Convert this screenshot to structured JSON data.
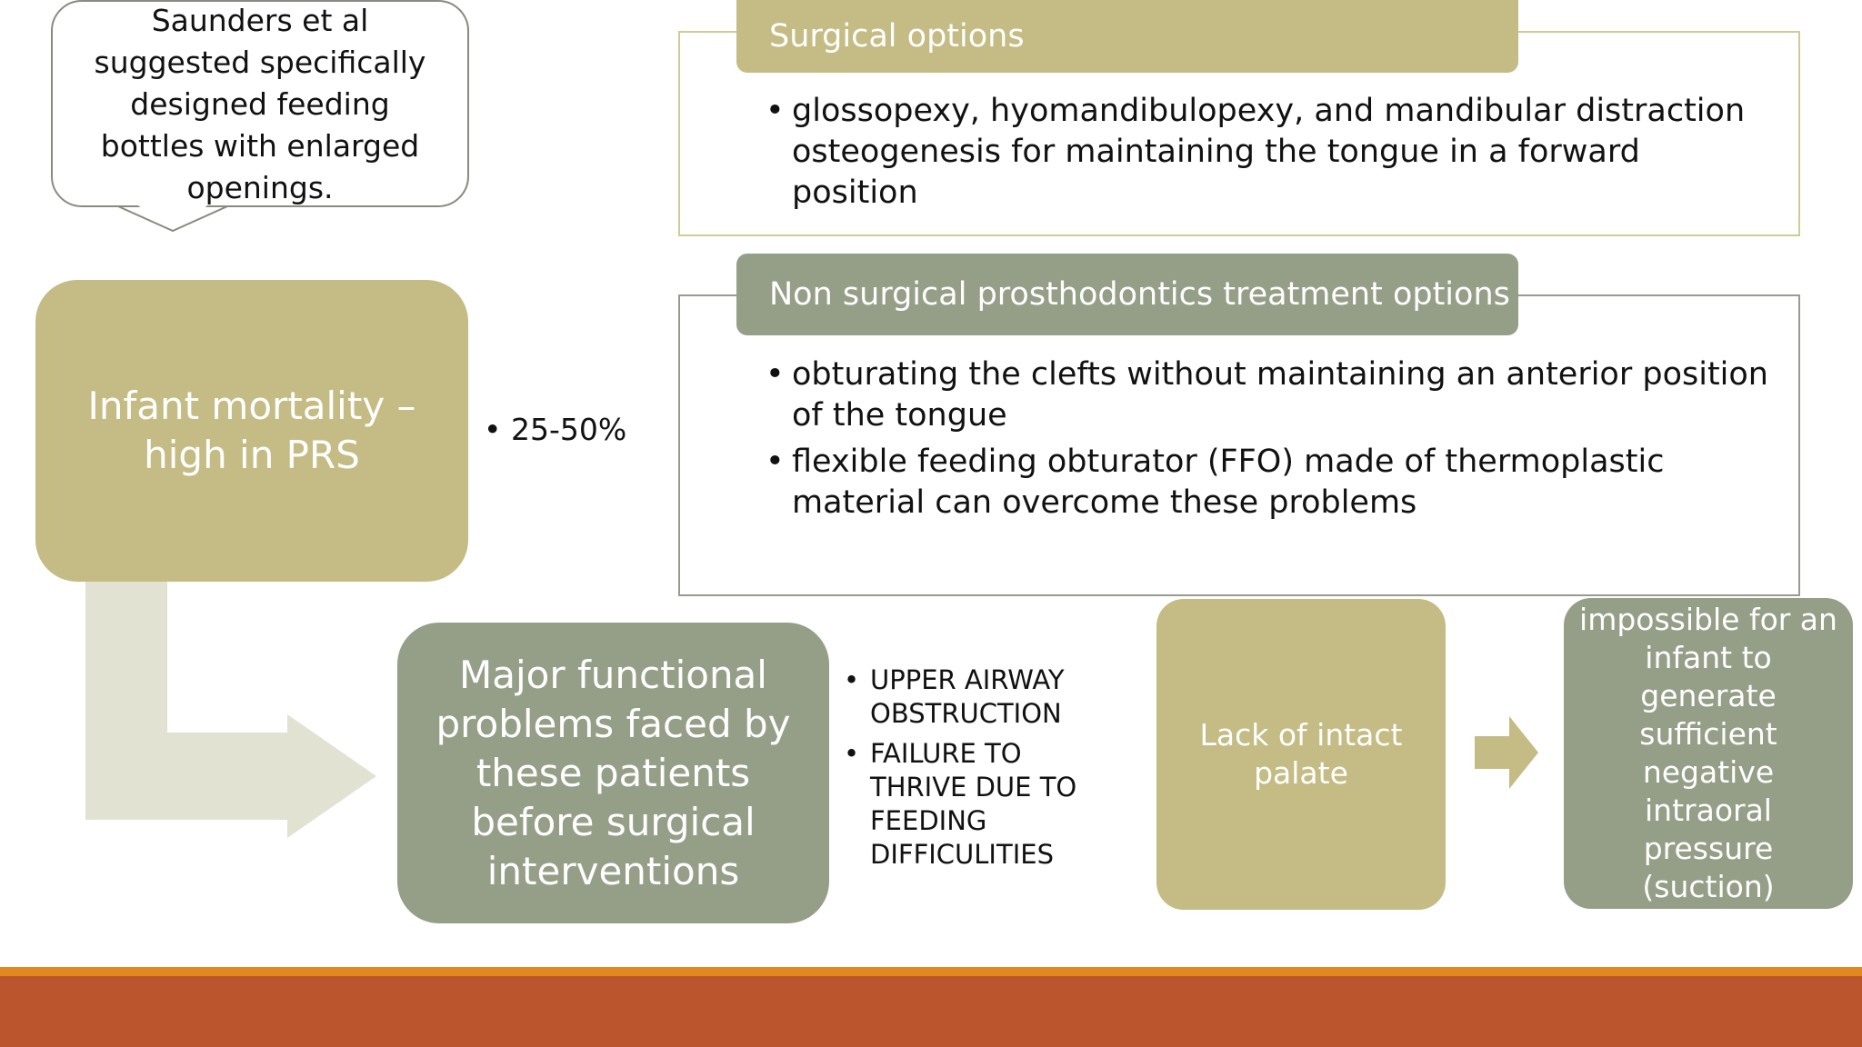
{
  "colors": {
    "olive": "#c4bc84",
    "sage": "#959f88",
    "surgical_frame": "#cfcb96",
    "nonsurgical_frame": "#9a9a92",
    "arrow_light": "#e2e2d2",
    "chain_arrow": "#c4bc84",
    "footer_orange": "#e1891f",
    "footer_rust": "#bb552d"
  },
  "icons": {
    "bent_arrow": "bent-arrow-icon",
    "chain_arrow": "right-arrow-icon"
  },
  "bubble": {
    "text": "Saunders et al suggested specifically designed feeding bottles with enlarged openings."
  },
  "mortality": {
    "title": "Infant mortality – high in PRS",
    "bullet": "• 25-50%"
  },
  "functional": {
    "title": "Major functional problems faced by these patients before surgical interventions",
    "items": [
      "UPPER AIRWAY OBSTRUCTION",
      "FAILURE TO THRIVE DUE TO FEEDING DIFFICULITIES"
    ]
  },
  "surgical": {
    "heading": "Surgical options",
    "items": [
      "glossopexy, hyomandibulopexy, and mandibular distraction osteogenesis for maintaining the tongue in a forward position"
    ]
  },
  "nonsurgical": {
    "heading": "Non surgical prosthodontics treatment options",
    "items": [
      "obturating the clefts without maintaining an anterior position of the tongue",
      "flexible feeding obturator (FFO) made of thermoplastic material can overcome these problems"
    ]
  },
  "palate": {
    "cause": "Lack of intact palate",
    "effect": "impossible for an infant to generate sufficient negative intraoral pressure (suction)"
  }
}
